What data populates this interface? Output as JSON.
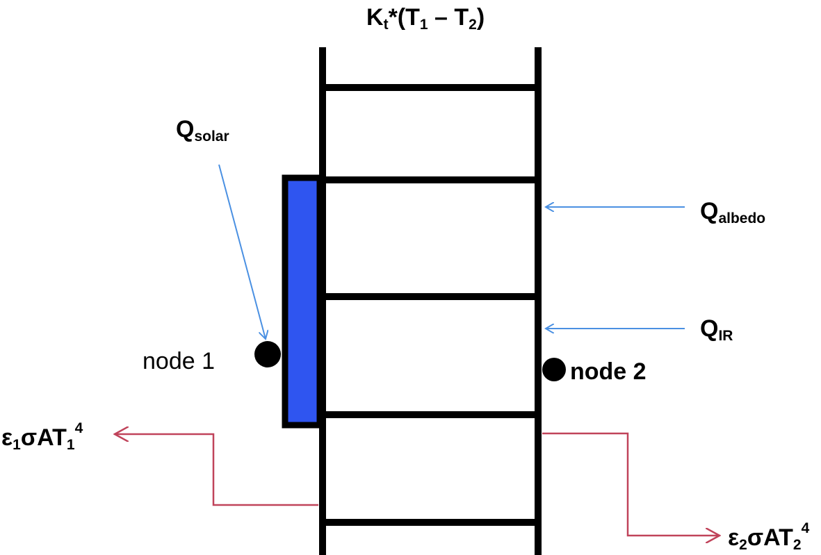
{
  "diagram": {
    "title": {
      "base": "K",
      "sub1": "t",
      "mid": "*(T",
      "sub2": "1",
      "dash": " – T",
      "sub3": "2",
      "close": ")"
    },
    "q_solar": {
      "base": "Q",
      "sub": "solar"
    },
    "q_albedo": {
      "base": "Q",
      "sub": "albedo"
    },
    "q_ir": {
      "base": "Q",
      "sub": "IR"
    },
    "node1": "node 1",
    "node2": "node 2",
    "emit1": {
      "eps": "ε",
      "eps_sub": "1",
      "body": "σAT",
      "t_sub": "1",
      "exp": "4"
    },
    "emit2": {
      "eps": "ε",
      "eps_sub": "2",
      "body": "σAT",
      "t_sub": "2",
      "exp": "4"
    },
    "colors": {
      "panel_fill": "#2f55f0",
      "blue_arrow": "#4a90e2",
      "red_arrow": "#c0435a",
      "structure": "#000000"
    }
  }
}
